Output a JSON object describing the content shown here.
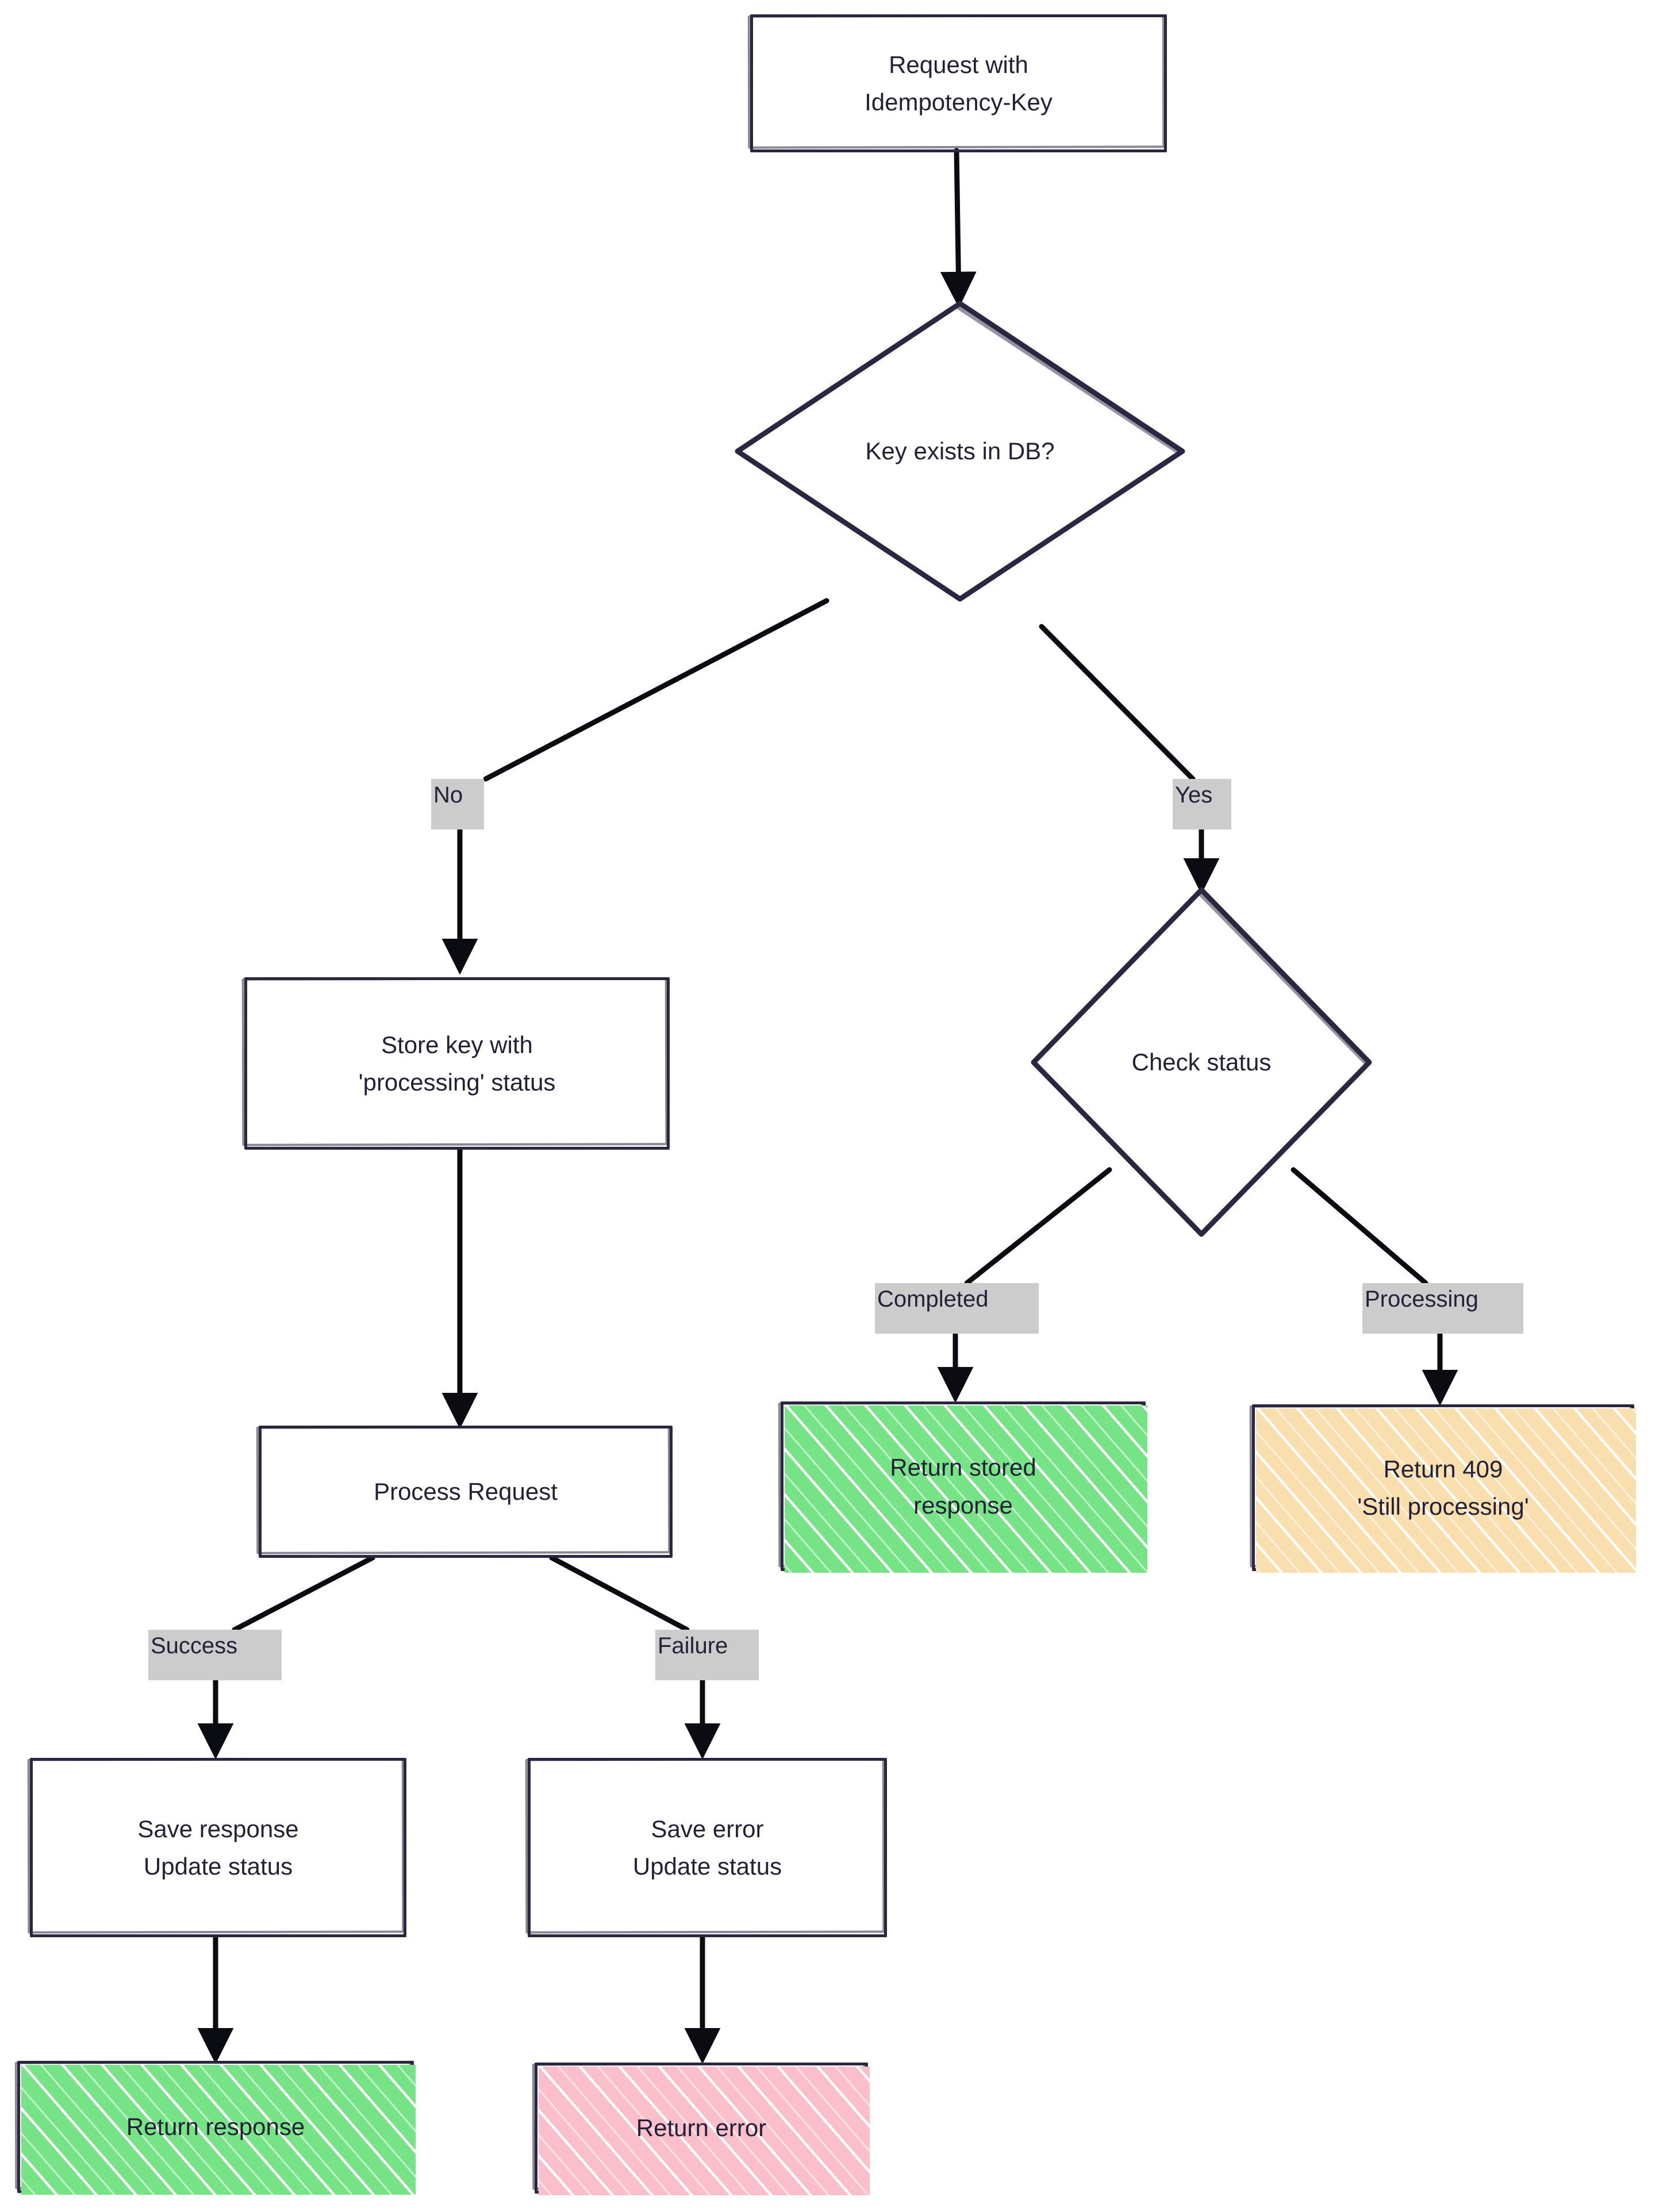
{
  "diagram": {
    "title": "Idempotency-Key request handling flowchart",
    "type": "flowchart",
    "direction": "top-down",
    "palette": {
      "stroke": "#2b2740",
      "text": "#242036",
      "background": "#ffffff",
      "edge_label_bg": "#cccccc",
      "green_fill": "#76e387",
      "green_stroke": "#2b2740",
      "orange_fill": "#f8dfad",
      "orange_stroke": "#2b2740",
      "pink_fill": "#fbbfcb",
      "pink_stroke": "#2b2740",
      "plain_fill": "#ffffff"
    },
    "nodes": [
      {
        "id": "start",
        "shape": "rectangle",
        "fill": "plain",
        "lines": [
          "Request with",
          "Idempotency-Key"
        ]
      },
      {
        "id": "key-exists",
        "shape": "diamond",
        "fill": "plain",
        "lines": [
          "Key exists in DB?"
        ]
      },
      {
        "id": "store-key",
        "shape": "rectangle",
        "fill": "plain",
        "lines": [
          "Store key with",
          "'processing' status"
        ]
      },
      {
        "id": "check-status",
        "shape": "diamond",
        "fill": "plain",
        "lines": [
          "Check status"
        ]
      },
      {
        "id": "process-request",
        "shape": "rectangle",
        "fill": "plain",
        "lines": [
          "Process Request"
        ]
      },
      {
        "id": "return-stored",
        "shape": "rectangle",
        "fill": "green",
        "lines": [
          "Return stored",
          "response"
        ]
      },
      {
        "id": "return-409",
        "shape": "rectangle",
        "fill": "orange",
        "lines": [
          "Return 409",
          "'Still processing'"
        ]
      },
      {
        "id": "save-response",
        "shape": "rectangle",
        "fill": "plain",
        "lines": [
          "Save response",
          "Update status"
        ]
      },
      {
        "id": "save-error",
        "shape": "rectangle",
        "fill": "plain",
        "lines": [
          "Save error",
          "Update status"
        ]
      },
      {
        "id": "return-response",
        "shape": "rectangle",
        "fill": "green",
        "lines": [
          "Return response"
        ]
      },
      {
        "id": "return-error",
        "shape": "rectangle",
        "fill": "pink",
        "lines": [
          "Return error"
        ]
      }
    ],
    "edges": [
      {
        "from": "start",
        "to": "key-exists",
        "label": ""
      },
      {
        "from": "key-exists",
        "to": "store-key",
        "label": "No"
      },
      {
        "from": "key-exists",
        "to": "check-status",
        "label": "Yes"
      },
      {
        "from": "store-key",
        "to": "process-request",
        "label": ""
      },
      {
        "from": "check-status",
        "to": "return-stored",
        "label": "Completed"
      },
      {
        "from": "check-status",
        "to": "return-409",
        "label": "Processing"
      },
      {
        "from": "process-request",
        "to": "save-response",
        "label": "Success"
      },
      {
        "from": "process-request",
        "to": "save-error",
        "label": "Failure"
      },
      {
        "from": "save-response",
        "to": "return-response",
        "label": ""
      },
      {
        "from": "save-error",
        "to": "return-error",
        "label": ""
      }
    ],
    "edge_labels": {
      "no": "No",
      "yes": "Yes",
      "completed": "Completed",
      "processing": "Processing",
      "success": "Success",
      "failure": "Failure"
    },
    "node_text": {
      "start_line1": "Request with",
      "start_line2": "Idempotency-Key",
      "key_exists": "Key exists in DB?",
      "store_key_line1": "Store key with",
      "store_key_line2": "'processing' status",
      "check_status": "Check status",
      "process_request": "Process Request",
      "return_stored_line1": "Return stored",
      "return_stored_line2": "response",
      "return_409_line1": "Return 409",
      "return_409_line2": "'Still processing'",
      "save_response_line1": "Save response",
      "save_response_line2": "Update status",
      "save_error_line1": "Save error",
      "save_error_line2": "Update status",
      "return_response": "Return response",
      "return_error": "Return error"
    }
  }
}
